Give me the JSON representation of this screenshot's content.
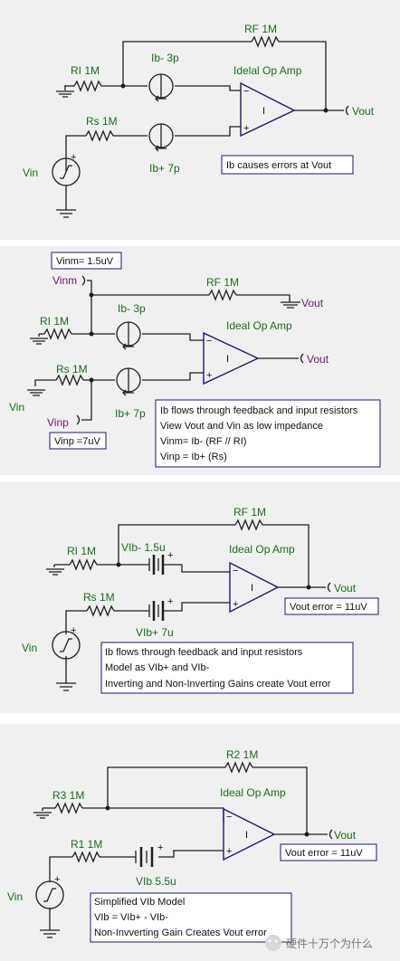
{
  "panel1": {
    "rf": "RF 1M",
    "ri": "RI 1M",
    "ib_minus": "Ib- 3p",
    "opamp": "Idelal Op Amp",
    "rs": "Rs 1M",
    "ib_plus": "Ib+ 7p",
    "vin": "Vin",
    "vout": "Vout",
    "note": "Ib causes errors at Vout"
  },
  "panel2": {
    "vinm_box": "Vinm= 1.5uV",
    "vinm": "Vinm",
    "rf": "RF 1M",
    "vout_top": "Vout",
    "ri": "RI 1M",
    "ib_minus": "Ib- 3p",
    "opamp": "Ideal Op Amp",
    "vout": "Vout",
    "rs": "Rs 1M",
    "vin": "Vin",
    "vinp": "Vinp",
    "ib_plus": "Ib+ 7p",
    "vinp_box": "Vinp =7uV",
    "notes": [
      "Ib flows through feedback and input resistors",
      "View  Vout and Vin as low impedance",
      "Vinm= Ib- (RF // RI)",
      "Vinp = Ib+ (Rs)"
    ]
  },
  "panel3": {
    "rf": "RF 1M",
    "ri": "RI 1M",
    "vib_minus": "VIb- 1.5u",
    "opamp": "Ideal Op Amp",
    "rs": "Rs 1M",
    "vib_plus": "VIb+ 7u",
    "vin": "Vin",
    "vout": "Vout",
    "error": "Vout error = 11uV",
    "notes": [
      "Ib flows through feedback and input resistors",
      "Model as VIb+ and VIb-",
      "Inverting and Non-Inverting Gains create Vout error"
    ]
  },
  "panel4": {
    "r2": "R2 1M",
    "r3": "R3 1M",
    "opamp": "Ideal Op Amp",
    "r1": "R1 1M",
    "vib": "VIb 5.5u",
    "vin": "Vin",
    "vout": "Vout",
    "error": "Vout error = 11uV",
    "notes": [
      "Simplified VIb Model",
      "VIb = VIb+ - VIb-",
      "Non-Invverting Gain Creates Vout error"
    ]
  },
  "watermark": "硬件十万个为什么",
  "colors": {
    "wire": "#1e1e1e",
    "opamp": "#1a1a6e",
    "label": "#1e6a1e",
    "net": "#6b1a6b",
    "panel": "#f0f0f0"
  }
}
